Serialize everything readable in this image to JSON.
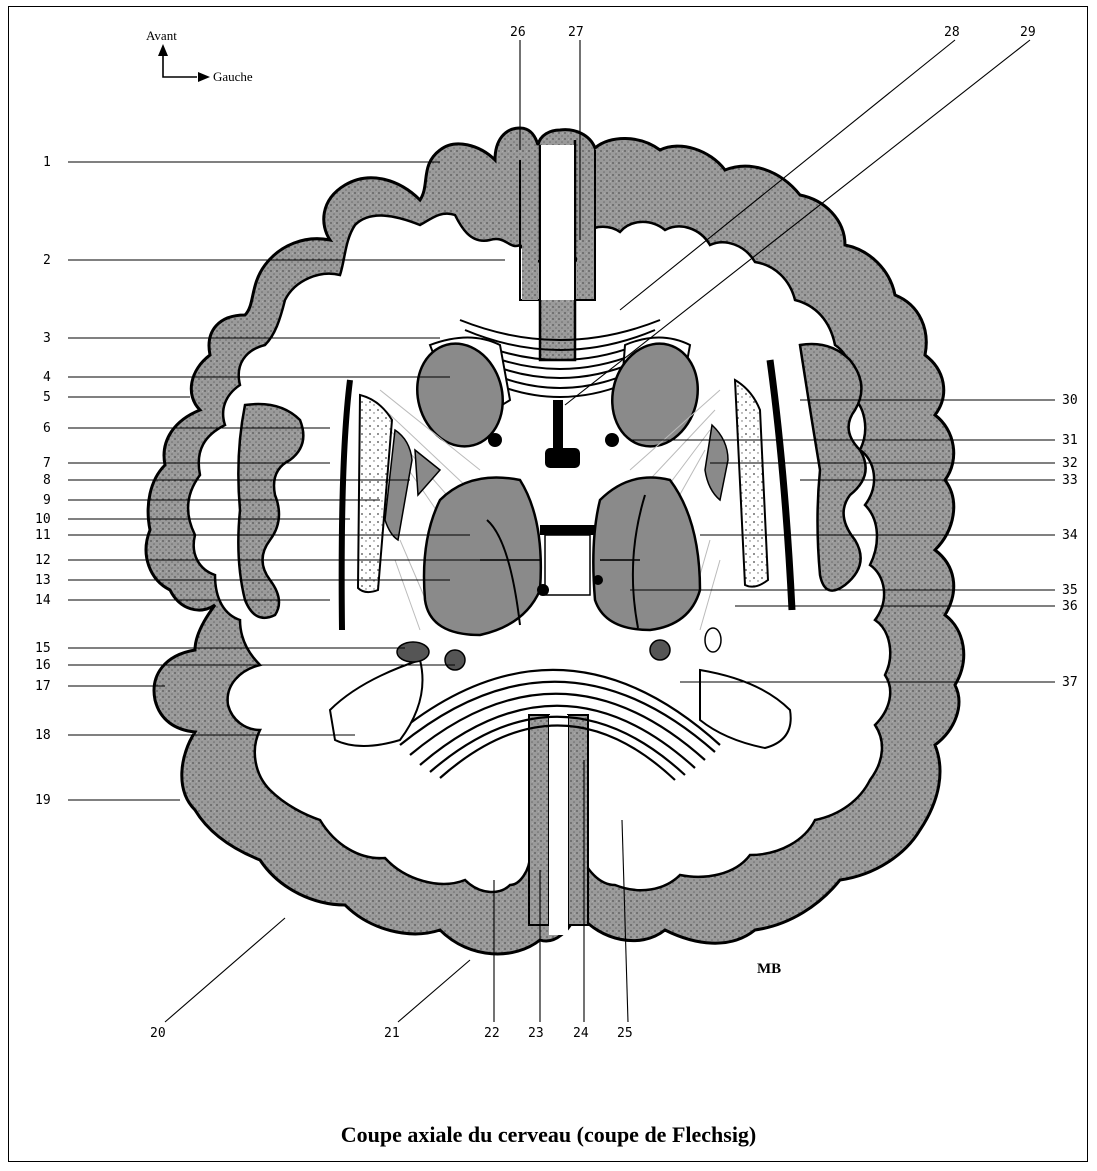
{
  "orientation": {
    "front_label": "Avant",
    "left_label": "Gauche"
  },
  "caption": "Coupe axiale du cerveau (coupe de Flechsig)",
  "signature": "MB",
  "labels": {
    "left": [
      "1",
      "2",
      "3",
      "4",
      "5",
      "6",
      "7",
      "8",
      "9",
      "10",
      "11",
      "12",
      "13",
      "14",
      "15",
      "16",
      "17",
      "18",
      "19"
    ],
    "bottom": [
      "20",
      "21",
      "22",
      "23",
      "24",
      "25"
    ],
    "top": [
      "26",
      "27",
      "28",
      "29"
    ],
    "right": [
      "30",
      "31",
      "32",
      "33",
      "34",
      "35",
      "36",
      "37"
    ]
  },
  "colors": {
    "cortex_fill": "#8a8a8a",
    "white_matter": "#ffffff",
    "nuclei_fill": "#9a9a9a",
    "ink": "#000000"
  }
}
